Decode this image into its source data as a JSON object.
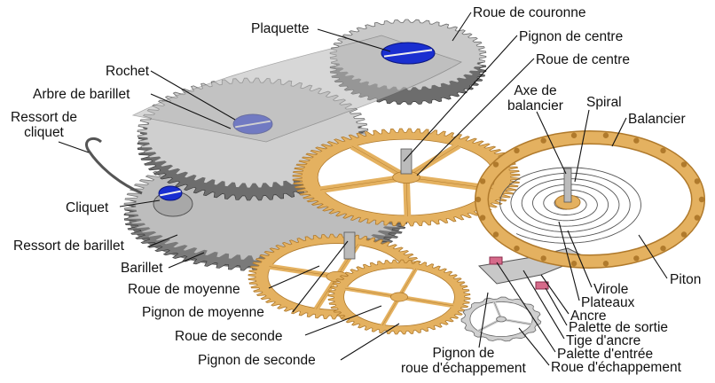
{
  "colors": {
    "gold": "#e4b160",
    "gold_dark": "#b07a2c",
    "steel": "#bdbdbd",
    "steel_dark": "#7a7a7a",
    "screw_blue": "#1a2fd0",
    "line": "#111111"
  },
  "labels": {
    "roue_couronne": "Roue de couronne",
    "plaquette": "Plaquette",
    "pignon_centre": "Pignon de centre",
    "roue_centre": "Roue de centre",
    "rochet": "Rochet",
    "arbre_barillet": "Arbre de barillet",
    "axe_balancier": "Axe de\nbalancier",
    "spiral": "Spiral",
    "balancier": "Balancier",
    "ressort_cliquet": "Ressort de\ncliquet",
    "cliquet": "Cliquet",
    "ressort_barillet": "Ressort de barillet",
    "barillet": "Barillet",
    "roue_moyenne": "Roue de moyenne",
    "pignon_moyenne": "Pignon de moyenne",
    "roue_seconde": "Roue de seconde",
    "pignon_seconde": "Pignon de seconde",
    "pignon_roue_echappement": "Pignon de\nroue d'échappement",
    "piton": "Piton",
    "virole": "Virole",
    "plateaux": "Plateaux",
    "ancre": "Ancre",
    "palette_sortie": "Palette de sortie",
    "tige_ancre": "Tige d'ancre",
    "palette_entree": "Palette d'entrée",
    "roue_echappement": "Roue d'échappement"
  }
}
